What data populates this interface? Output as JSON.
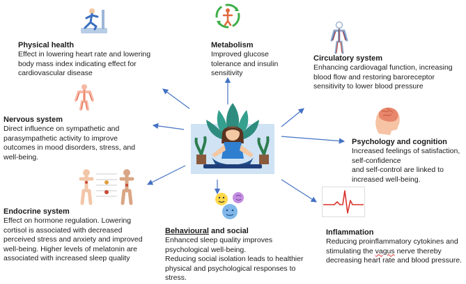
{
  "diagram": {
    "center_figure": "meditating-person-with-lotus",
    "arrow_color": "#4472c4",
    "nodes": {
      "metabolism": {
        "icon": "metabolism-cycle-icon",
        "title": "Metabolism",
        "body": "Improved glucose\ntolerance and insulin\nsensitivity"
      },
      "physical_health": {
        "icon": "running-person-icon",
        "title": "Physical health",
        "body": "Effect in lowering heart rate and lowering\nbody mass index indicating effect for\ncardiovascular disease"
      },
      "circulatory": {
        "icon": "circulatory-body-icon",
        "title": "Circulatory system",
        "body": "Enhancing cardiovagal function, increasing\nblood flow and restoring baroreceptor\nsensitivity to lower blood pressure"
      },
      "nervous": {
        "icon": "nervous-system-icon",
        "title": "Nervous system",
        "body": "Direct influence on sympathetic and\nparasympathetic activity to improve\noutcomes in mood disorders, stress, and\nwell-being."
      },
      "psychology": {
        "icon": "brain-head-icon",
        "title": "Psychology and cognition",
        "body": "Increased feelings of satisfaction,\nself-confidence\nand self-control are linked to\nincreased well-being."
      },
      "endocrine": {
        "icon": "endocrine-anatomy-icon",
        "title": "Endocrine system",
        "body": "Effect on hormone regulation. Lowering\ncortisol is associated with decreased\nperceived stress and anxiety and improved\nwell-being. Higher levels of melatonin are\nassociated with increased sleep quality"
      },
      "behavioural": {
        "icon": "social-faces-icon",
        "title_underlined": "Behavioural",
        "title_rest": " and social",
        "body": "Enhanced sleep quality improves\npsychological well-being.\nReducing social isolation leads to healthier\nphysical and psychological responses to\nstress."
      },
      "inflammation": {
        "icon": "ecg-heartbeat-icon",
        "title": "Inflammation",
        "body_line1": "Reducing proinflammatory cytokines and",
        "body_line2_pre": "stimulating the ",
        "body_line2_word": "vagus",
        "body_line2_post": " nerve thereby",
        "body_line3": "decreasing heart rate and blood pressure."
      }
    }
  }
}
